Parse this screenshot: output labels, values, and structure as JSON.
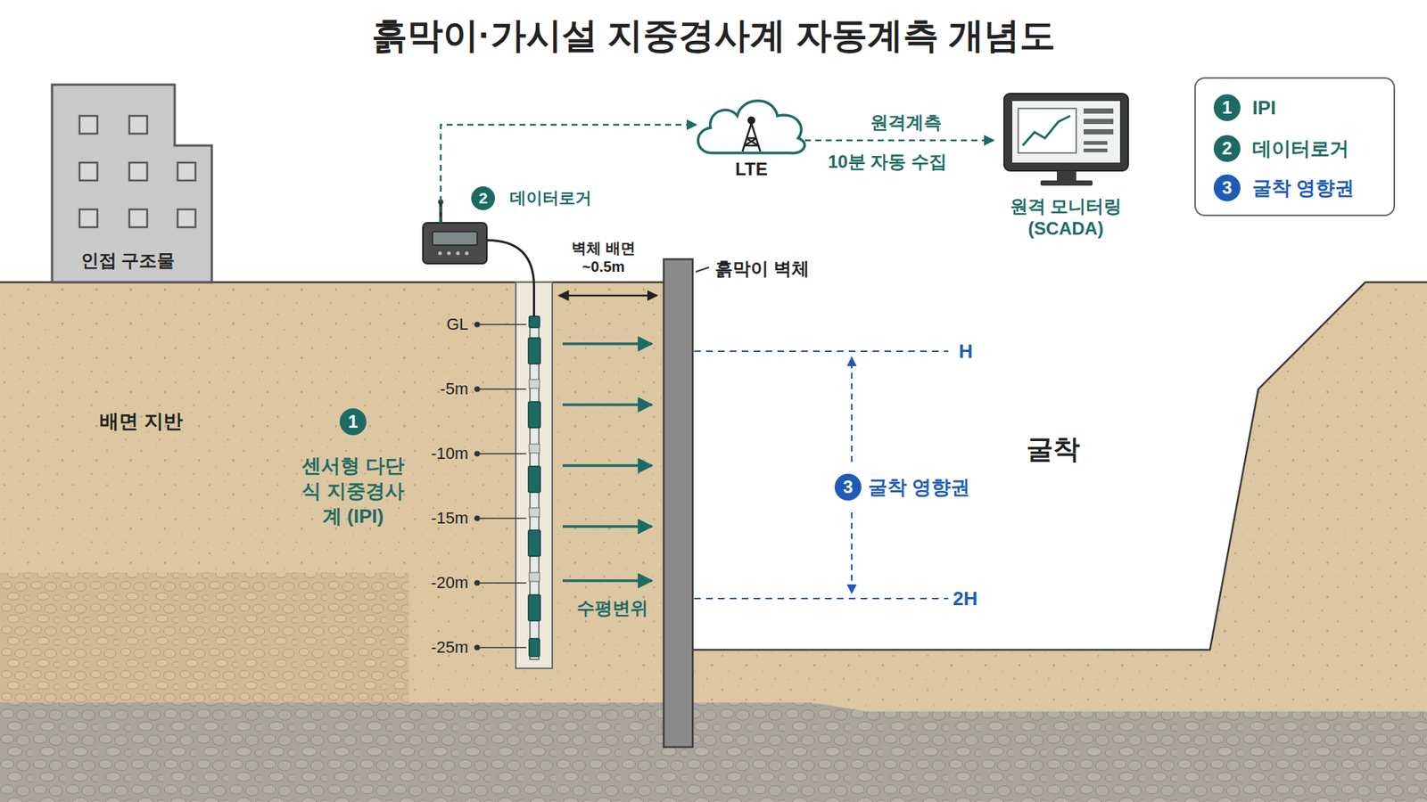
{
  "diagram": {
    "title": "흙막이·가시설 지중경사계 자동계측 개념도",
    "nodes": [
      {
        "text": [
          "인접 구조물"
        ]
      },
      {
        "text": [
          "데이터로거"
        ]
      },
      {
        "text": [
          "LTE"
        ]
      },
      {
        "text": [
          "원격 모니터링 (SCADA)"
        ]
      },
      {
        "text": [
          "흙막이 벽체"
        ]
      },
      {
        "text": [
          "센서형 다단식 지중경사계 (IPI)"
        ]
      }
    ],
    "edges": [
      {
        "from": 1,
        "to": 2,
        "arrow": "to"
      },
      {
        "from": 2,
        "to": 3,
        "arrow": "to",
        "label": "원격계측"
      },
      {
        "from": 1,
        "to": 5,
        "arrow": "none"
      }
    ],
    "labels": [
      "1",
      "2",
      "3",
      "GL",
      "-5m",
      "-10m",
      "-15m",
      "-20m",
      "-25m",
      "벽체 배면 ~0.5m",
      "배면 지반",
      "수평변위",
      "H",
      "2H",
      "굴착 영향권",
      "굴착",
      "10분 자동 수집",
      "1",
      "2",
      "3"
    ],
    "legend": [
      {
        "text": "IPI",
        "color": "#1c6b63"
      },
      {
        "text": "데이터로거",
        "color": "#1c6b63"
      },
      {
        "text": "굴착 영향권",
        "color": "#1e5bb8"
      }
    ]
  }
}
